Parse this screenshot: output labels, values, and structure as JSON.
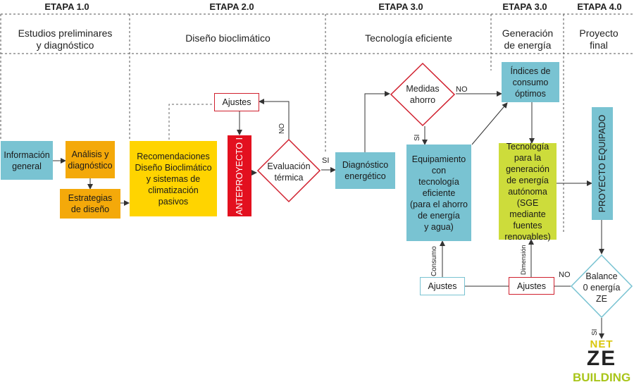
{
  "stages": [
    {
      "id": "etapa1",
      "label": "ETAPA 1.0",
      "title": "Estudios preliminares\ny diagnóstico"
    },
    {
      "id": "etapa2",
      "label": "ETAPA 2.0",
      "title": "Diseño bioclimático"
    },
    {
      "id": "etapa3a",
      "label": "ETAPA 3.0",
      "title": "Tecnología eficiente"
    },
    {
      "id": "etapa3b",
      "label": "ETAPA 3.0",
      "title": "Generación\nde energía"
    },
    {
      "id": "etapa4",
      "label": "ETAPA 4.0",
      "title": "Proyecto\nfinal"
    }
  ],
  "nodes": {
    "informacion": "Información\ngeneral",
    "analisis": "Análisis y\ndiagnóstico",
    "estrategias": "Estrategias\nde diseño",
    "recomendaciones": "Recomendaciones\nDiseño Bioclimático\ny sistemas de\nclimatización\npasivos",
    "ajustes_top": "Ajustes",
    "anteproyecto": "ANTEPROYECTO I",
    "evaluacion": "Evaluación\ntérmica",
    "diagnostico": "Diagnóstico\nenergético",
    "medidas": "Medidas\nahorro",
    "equipamiento": "Equipamiento\ncon\ntecnología\neficiente\n(para el ahorro\nde energía\ny agua)",
    "indices": "Índices de\nconsumo\nóptimos",
    "tecnologia": "Tecnología\npara la\ngeneración\nde energía\nautónoma\n(SGE mediante\nfuentes\nrenovables)",
    "proyecto_equipado": "PROYECTO EQUIPADO",
    "ajustes_bl": "Ajustes",
    "ajustes_br": "Ajustes",
    "balance": "Balance\n0 energía\nZE"
  },
  "edge_labels": {
    "no_eval": "NO",
    "si_eval": "SI",
    "no_medidas": "NO",
    "si_medidas": "SI",
    "consumo": "Consumo",
    "dimension": "Dimensión",
    "no_balance": "NO",
    "si_balance": "SI"
  },
  "logo": {
    "line1": "NET",
    "line2": "ZE",
    "line3": "BUILDING"
  },
  "colors": {
    "blue": "#79c3d2",
    "orange": "#f4a90a",
    "yellow": "#ffd400",
    "lime": "#cddc3b",
    "red": "#e3101f"
  }
}
